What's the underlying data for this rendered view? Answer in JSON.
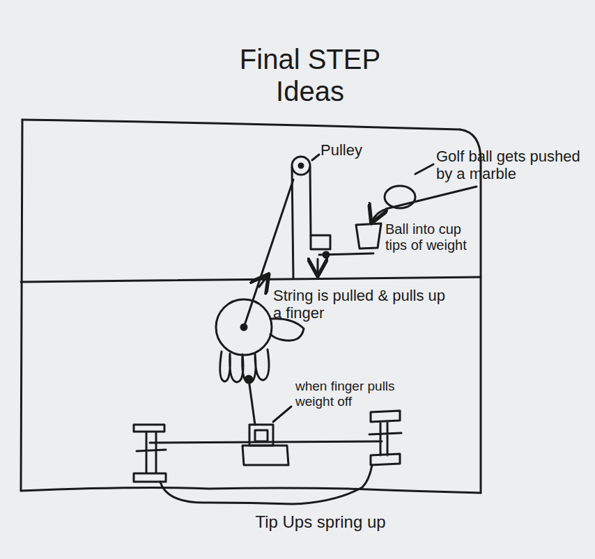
{
  "diagram": {
    "title": "Final STEP Ideas",
    "labels": [
      "Pulley",
      "Golf ball gets pushed by a marble",
      "Ball into cup tips of weight",
      "String is pulled & pulls up a finger",
      "when finger pulls weight off",
      "Tip Ups spring up"
    ]
  }
}
